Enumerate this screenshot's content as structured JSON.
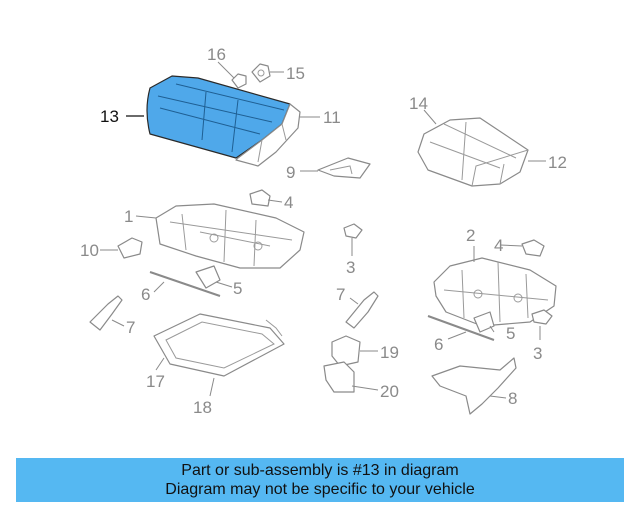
{
  "diagram": {
    "highlight_color": "#4fa8ea",
    "highlighted_callout": "13",
    "callouts": {
      "c1": "1",
      "c2": "2",
      "c3a": "3",
      "c3b": "3",
      "c4a": "4",
      "c4b": "4",
      "c5a": "5",
      "c5b": "5",
      "c6a": "6",
      "c6b": "6",
      "c7a": "7",
      "c7b": "7",
      "c8": "8",
      "c9": "9",
      "c10": "10",
      "c11": "11",
      "c12": "12",
      "c13": "13",
      "c14": "14",
      "c15": "15",
      "c16": "16",
      "c17": "17",
      "c18": "18",
      "c19": "19",
      "c20": "20"
    }
  },
  "banner": {
    "color": "#55b8f2",
    "line1": "Part or sub-assembly is #13 in diagram",
    "line2": "Diagram may not be specific to your vehicle"
  }
}
